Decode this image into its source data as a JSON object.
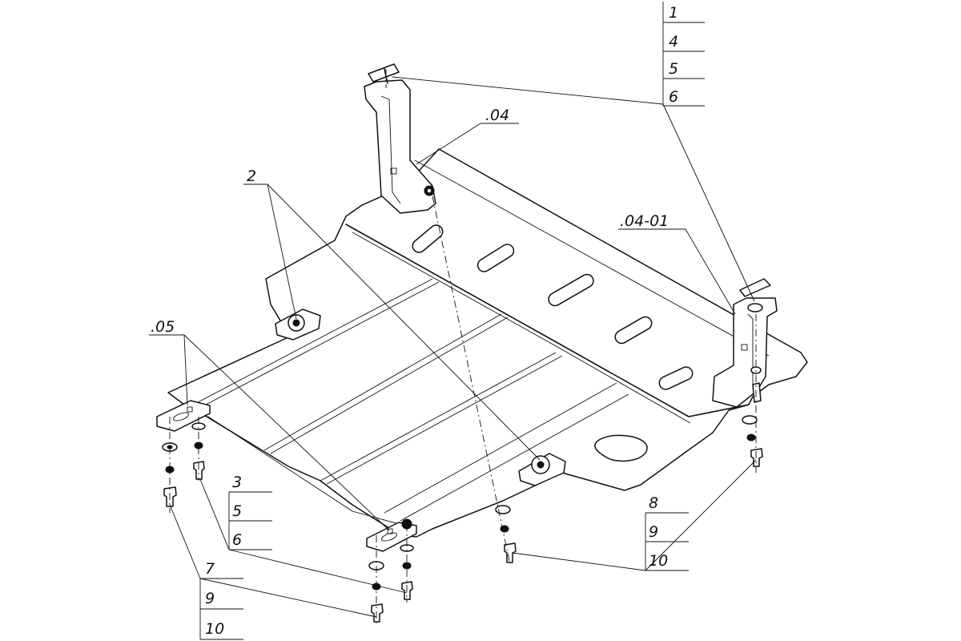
{
  "labels": {
    "stack_top_right": [
      "1",
      "4",
      "5",
      "6"
    ],
    "part_04": ".04",
    "part_04_01": ".04-01",
    "part_2": "2",
    "part_05": ".05",
    "stack_mid_left": [
      "3",
      "5",
      "6"
    ],
    "stack_bottom_left": [
      "7",
      "9",
      "10"
    ],
    "stack_bottom_right": [
      "8",
      "9",
      "10"
    ]
  }
}
